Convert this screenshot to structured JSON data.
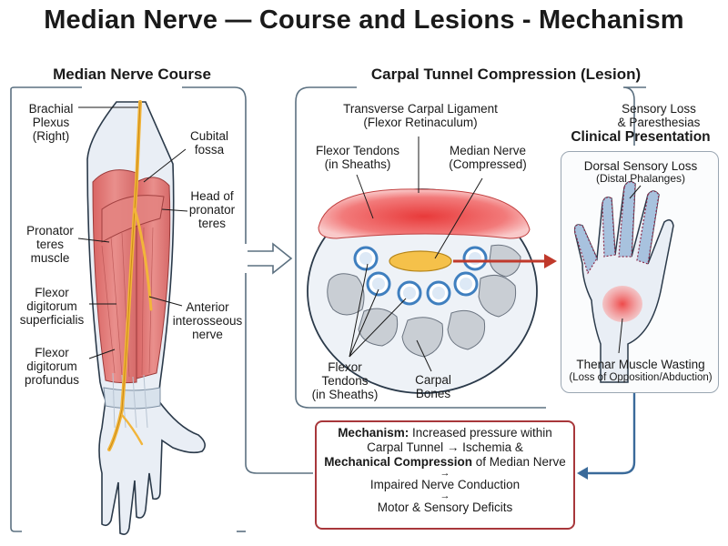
{
  "title": "Median Nerve — Course and Lesions - Mechanism",
  "left_panel": {
    "heading": "Median Nerve Course",
    "labels": {
      "brachial_plexus": [
        "Brachial",
        "Plexus",
        "(Right)"
      ],
      "cubital_fossa": [
        "Cubital",
        "fossa"
      ],
      "head_pronator": [
        "Head of",
        "pronator",
        "teres"
      ],
      "pronator_teres": [
        "Pronator",
        "teres",
        "muscle"
      ],
      "fds": [
        "Flexor",
        "digitorum",
        "superficialis"
      ],
      "anterior_interosseous": [
        "Anterior",
        "interosseous",
        "nerve"
      ],
      "fdp": [
        "Flexor",
        "digitorum",
        "profundus"
      ]
    }
  },
  "right_panel": {
    "heading": "Carpal Tunnel Compression (Lesion)",
    "labels": {
      "ligament": [
        "Transverse Carpal Ligament",
        "(Flexor Retinaculum)"
      ],
      "tendons_top": [
        "Flexor Tendons",
        "(in Sheaths)"
      ],
      "median_nerve": [
        "Median Nerve",
        "(Compressed)"
      ],
      "tendons_bottom": [
        "Flexor",
        "Tendons",
        "(in Sheaths)"
      ],
      "carpal_bones": [
        "Carpal",
        "Bones"
      ]
    }
  },
  "clinical": {
    "sensory_loss": [
      "Sensory Loss",
      "& Paresthesias"
    ],
    "heading": "Clinical Presentation",
    "dorsal_loss": "Dorsal Sensory Loss",
    "dorsal_sub": "(Distal Phalanges)",
    "thenar": "Thenar Muscle Wasting",
    "thenar_sub": "(Loss of Opposition/Abduction)"
  },
  "mechanism": {
    "label": "Mechanism:",
    "line1": " Increased pressure within",
    "line2": "Carpal Tunnel → Ischemia &",
    "line3_bold": "Mechanical Compression",
    "line3_rest": " of Median Nerve",
    "arrow": "→",
    "line4": "Impaired Nerve Conduction",
    "line5": "Motor & Sensory Deficits"
  },
  "colors": {
    "nerve": "#f2b53a",
    "muscle": "#e07a78",
    "connector": "#5b7080",
    "mech_border": "#a8373b",
    "flow_arrow": "#3a6a9a",
    "compression_arrow": "#c0392b",
    "skin": "#e9eef5"
  }
}
